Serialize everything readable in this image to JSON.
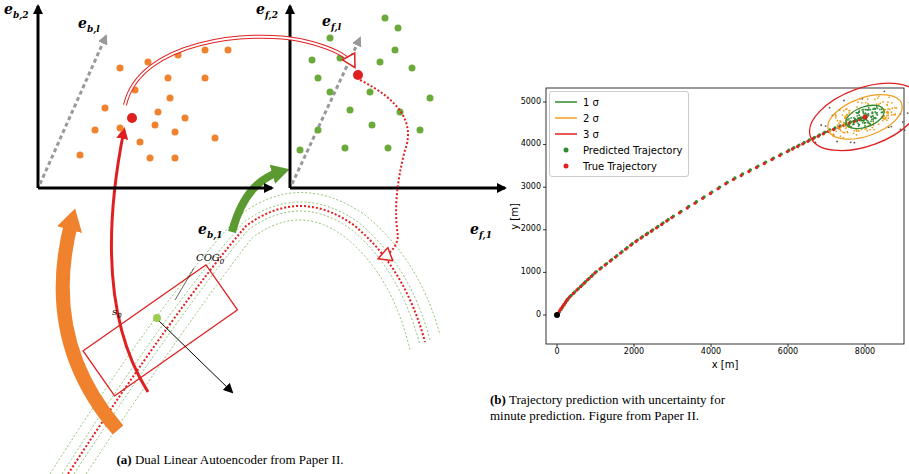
{
  "diagram": {
    "labels": [
      "eb,2",
      "eb,l",
      "eb,1",
      "ef,2",
      "ef,l",
      "ef,1",
      "s0",
      "COG0",
      "y [m]",
      "x [m]",
      "0",
      "1000",
      "2000",
      "3000",
      "4000",
      "5000",
      "0",
      "2000",
      "4000",
      "6000",
      "8000",
      "(a) Dual Linear Autoencoder from Paper II.",
      "(b) Trajectory prediction with uncertainty for minute prediction. Figure from Paper II."
    ],
    "legend": [
      {
        "text": "1 σ"
      },
      {
        "text": "2 σ"
      },
      {
        "text": "3 σ"
      },
      {
        "text": "Predicted Trajectory"
      },
      {
        "text": "True Trajectory"
      }
    ]
  }
}
